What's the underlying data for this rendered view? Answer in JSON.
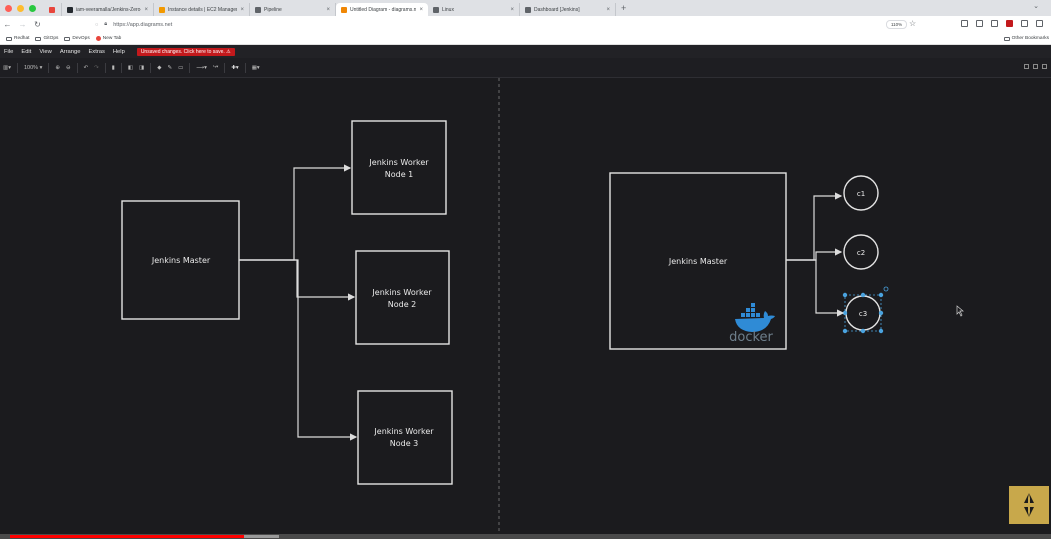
{
  "browser": {
    "tabs": [
      {
        "title": "",
        "color": "#e8453c"
      },
      {
        "title": "iam-veeramalla/Jenkins-Zero-To",
        "color": "#24292f"
      },
      {
        "title": "Instance details | EC2 Managemen",
        "color": "#f29900"
      },
      {
        "title": "Pipeline",
        "color": "#5f6368"
      },
      {
        "title": "Untitled Diagram - diagrams.net",
        "color": "#f08705",
        "active": true
      },
      {
        "title": "Linux",
        "color": "#5f6368"
      },
      {
        "title": "Dashboard [Jenkins]",
        "color": "#5f6368"
      }
    ],
    "new_tab_glyph": "+",
    "url": "https://app.diagrams.net",
    "zoom": "110%",
    "bookmarks": [
      "Redhat",
      "GitOps",
      "DevOps",
      "New Tab"
    ],
    "other_bookmarks": "Other Bookmarks"
  },
  "drawio": {
    "menu": [
      "File",
      "Edit",
      "View",
      "Arrange",
      "Extras",
      "Help"
    ],
    "unsaved_banner": "Unsaved changes. Click here to save. ⚠",
    "zoom": "100%"
  },
  "diagram_left": {
    "master": "Jenkins Master",
    "workers": [
      {
        "line1": "Jenkins Worker",
        "line2": "Node 1"
      },
      {
        "line1": "Jenkins Worker",
        "line2": "Node 2"
      },
      {
        "line1": "Jenkins Worker",
        "line2": "Node 3"
      }
    ]
  },
  "diagram_right": {
    "master": "Jenkins Master",
    "docker_label": "docker",
    "containers": [
      "c1",
      "c2",
      "c3"
    ],
    "docker_color": "#2f8bd6"
  },
  "video": {
    "played_fraction": 0.225,
    "buffered_fraction": 0.258
  }
}
